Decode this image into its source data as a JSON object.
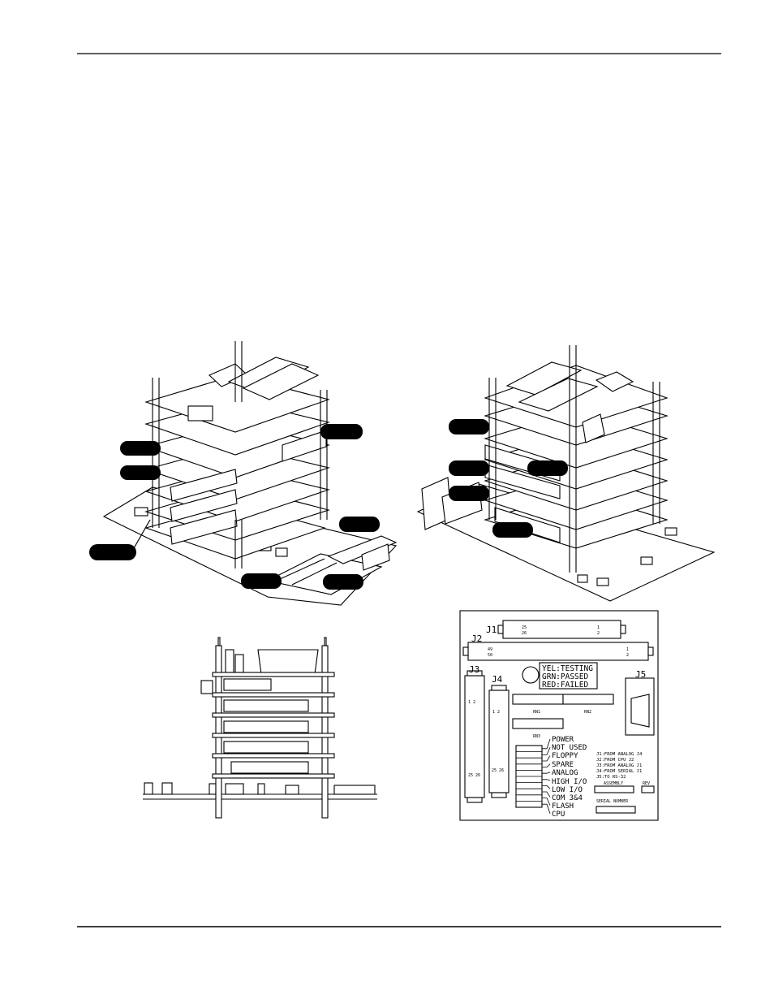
{
  "colors": {
    "ink": "#000000",
    "paper": "#ffffff"
  },
  "status_card": {
    "leds": [
      "YEL:TESTING",
      "GRN:PASSED",
      "RED:FAILED"
    ],
    "connectors": {
      "j1": {
        "label": "J1",
        "pin_a": "25",
        "pin_b": "26",
        "pin_c": "1",
        "pin_d": "2"
      },
      "j2": {
        "label": "J2",
        "pin_a": "49",
        "pin_b": "50",
        "pin_c": "1",
        "pin_d": "2"
      },
      "j3": {
        "label": "J3",
        "pin_top": "1  2",
        "pin_bottom": "25 26"
      },
      "j4": {
        "label": "J4",
        "pin_top": "1  2",
        "pin_bottom": "25 26"
      },
      "j5": {
        "label": "J5"
      }
    },
    "resistor_networks": [
      "RN1",
      "RN2",
      "RN3"
    ],
    "board_list": [
      "POWER",
      "NOT USED",
      "FLOPPY",
      "SPARE",
      "ANALOG",
      "HIGH I/O",
      "LOW I/O",
      "COM 3&4",
      "FLASH",
      "CPU"
    ],
    "cable_notes": [
      "J1:FROM  ANALOG  J4",
      "J2:FROM  CPU  J2",
      "J3:FROM  ANALOG  J1",
      "J4:FROM  SERIAL  J1",
      "J5:TO  RS-32"
    ],
    "assembly_label": "ASSEMBLY",
    "rev_label": "REV",
    "serial_label": "SERIAL  NUMBER"
  }
}
